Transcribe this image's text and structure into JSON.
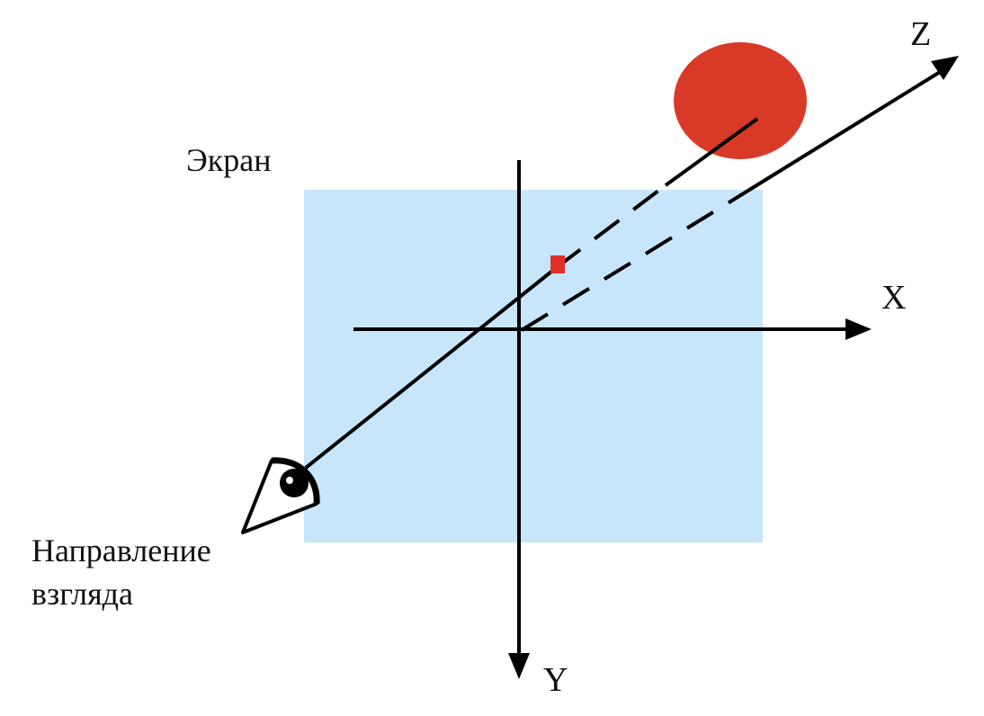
{
  "labels": {
    "screen": "Экран",
    "axis_x": "X",
    "axis_y": "Y",
    "axis_z": "Z",
    "gaze_line1": "Направление",
    "gaze_line2": "взгляда"
  },
  "colors": {
    "background": "#ffffff",
    "screen_fill": "#c8e6fb",
    "object_fill": "#d93a27",
    "projection_point": "#e0302a",
    "stroke": "#000000"
  },
  "icons": {
    "observer": "eye-icon"
  }
}
